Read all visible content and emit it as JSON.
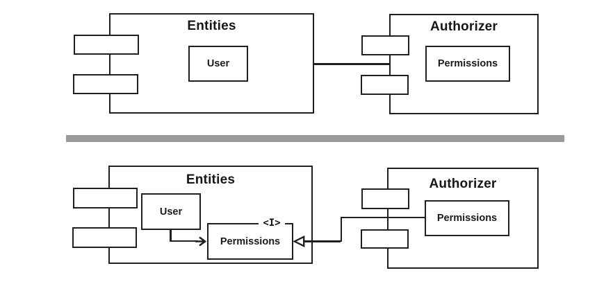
{
  "figure": {
    "line_color": "#1f1f1f",
    "separator_color": "#9b9b9b",
    "panels": {
      "top": {
        "entities": {
          "title": "Entities",
          "user_label": "User"
        },
        "authorizer": {
          "title": "Authorizer",
          "permissions_label": "Permissions"
        }
      },
      "bottom": {
        "entities": {
          "title": "Entities",
          "user_label": "User",
          "permissions_label": "Permissions",
          "interface_label": "<I>"
        },
        "authorizer": {
          "title": "Authorizer",
          "permissions_label": "Permissions"
        }
      }
    }
  }
}
